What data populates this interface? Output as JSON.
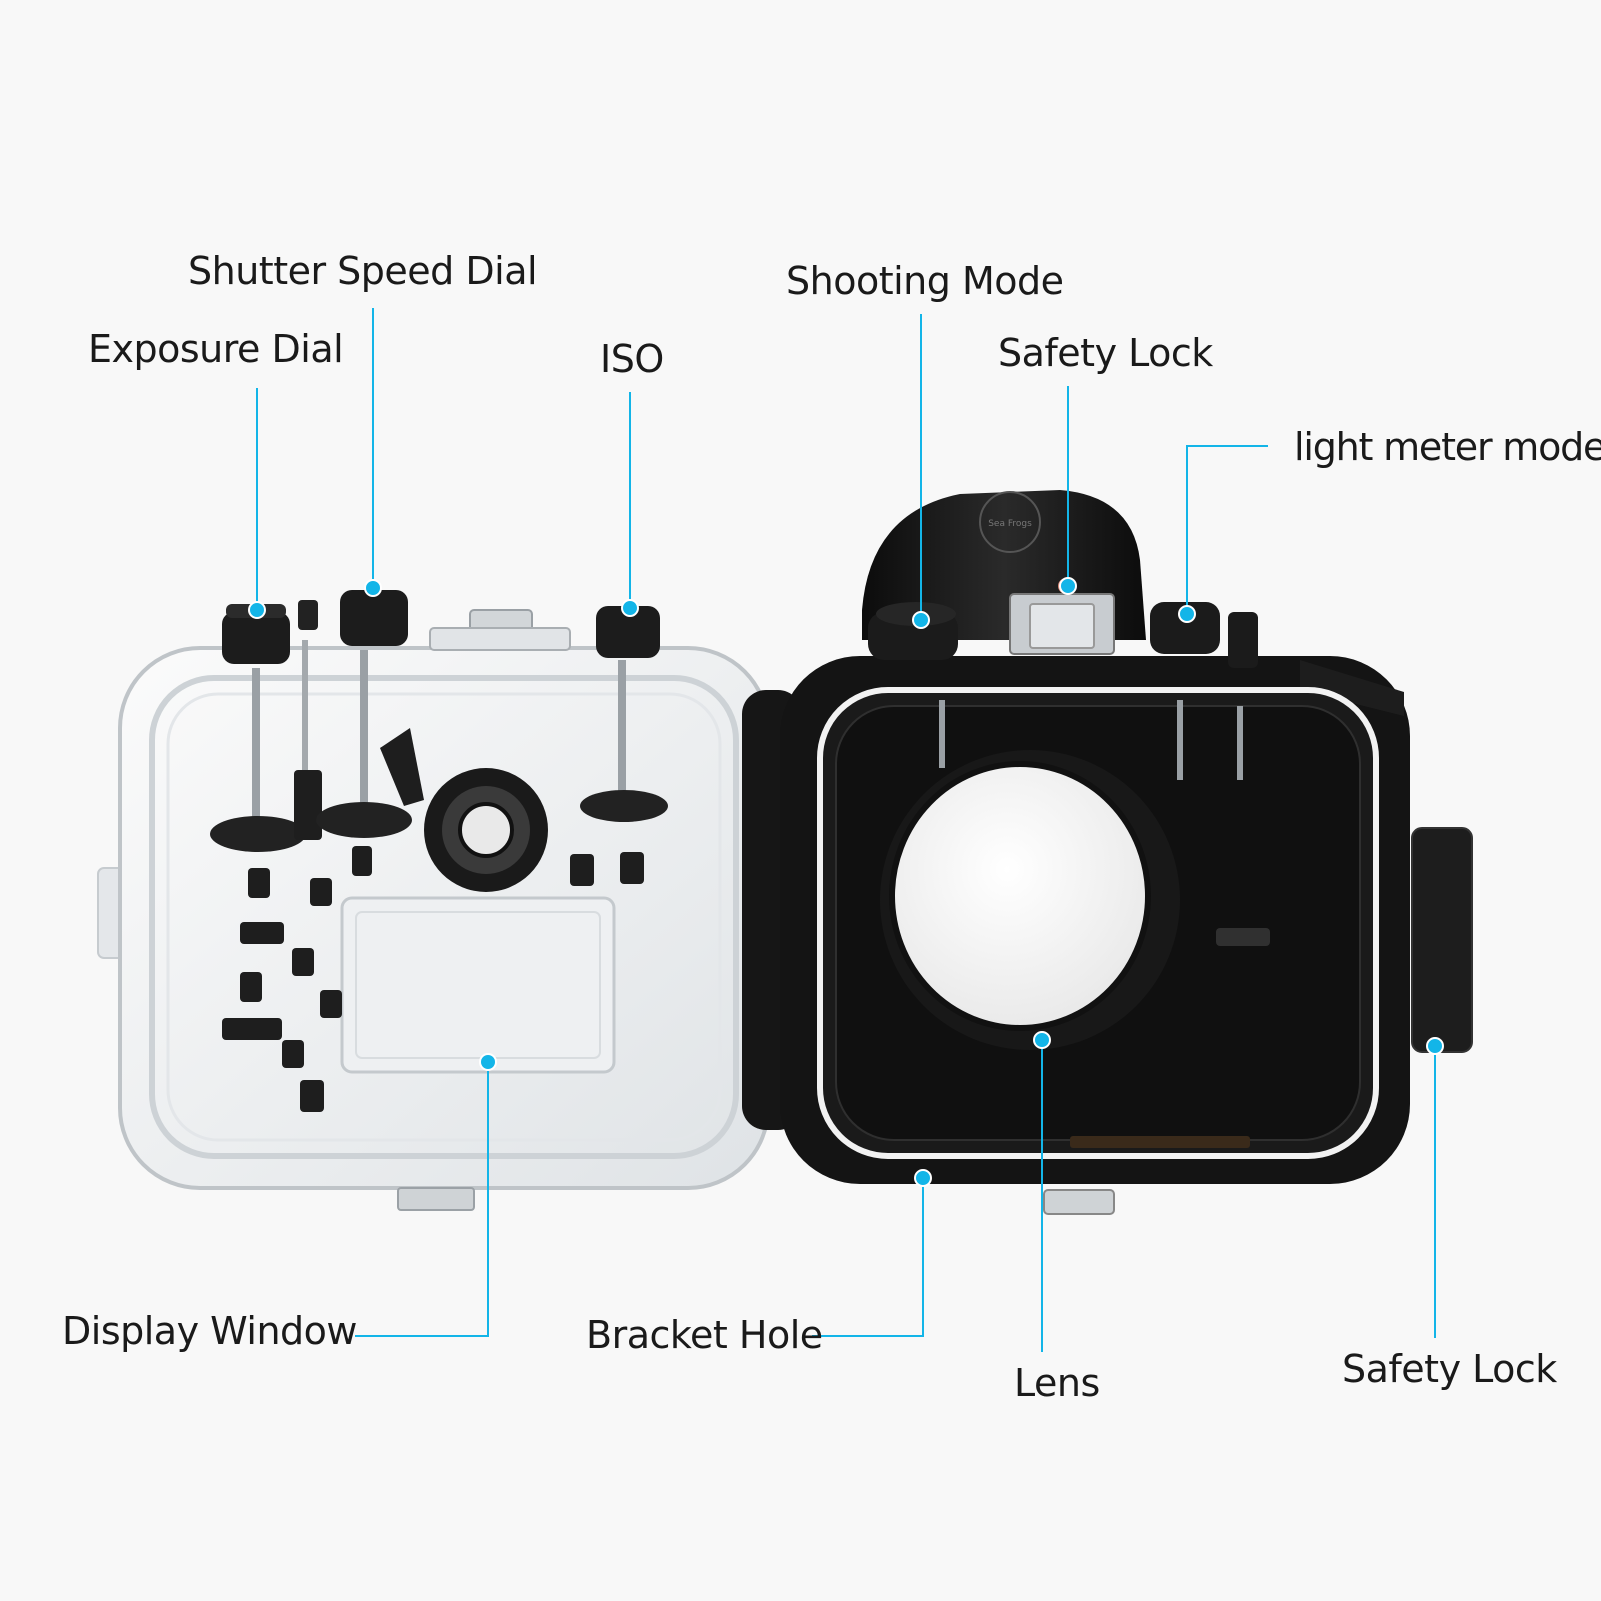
{
  "labels": {
    "exposure_dial": "Exposure Dial",
    "shutter_speed_dial": "Shutter Speed Dial",
    "iso": "ISO",
    "shooting_mode": "Shooting Mode",
    "safety_lock_top": "Safety Lock",
    "light_meter_mode": "light meter mode",
    "display_window": "Display Window",
    "bracket_hole": "Bracket Hole",
    "lens": "Lens",
    "safety_lock_side": "Safety Lock"
  },
  "logo_text": "Sea Frogs",
  "colors": {
    "leader": "#13b5e8",
    "clear_housing": "#e9ecee",
    "black_housing": "#141414",
    "background": "#f8f8f8"
  }
}
